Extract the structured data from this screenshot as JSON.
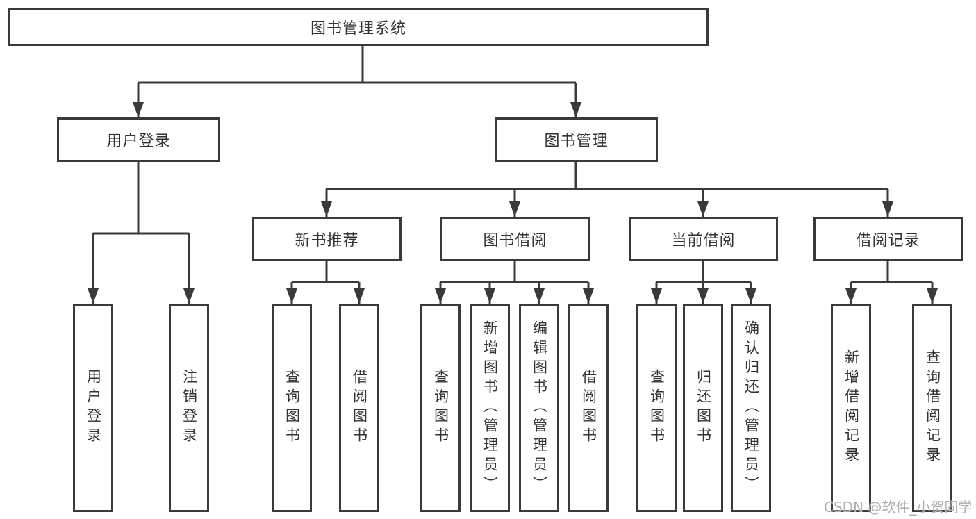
{
  "diagram": {
    "root": {
      "label": "图书管理系统"
    },
    "branches": [
      {
        "label": "用户登录",
        "leaves": [
          {
            "label": "用户登录"
          },
          {
            "label": "注销登录"
          }
        ]
      },
      {
        "label": "图书管理",
        "groups": [
          {
            "label": "新书推荐",
            "leaves": [
              {
                "label": "查询图书"
              },
              {
                "label": "借阅图书"
              }
            ]
          },
          {
            "label": "图书借阅",
            "leaves": [
              {
                "label": "查询图书"
              },
              {
                "label": "新增图书（管理员）"
              },
              {
                "label": "编辑图书（管理员）"
              },
              {
                "label": "借阅图书"
              }
            ]
          },
          {
            "label": "当前借阅",
            "leaves": [
              {
                "label": "查询图书"
              },
              {
                "label": "归还图书"
              },
              {
                "label": "确认归还（管理员）"
              }
            ]
          },
          {
            "label": "借阅记录",
            "leaves": [
              {
                "label": "新增借阅记录"
              },
              {
                "label": "查询借阅记录"
              }
            ]
          }
        ]
      }
    ],
    "watermark": "CSDN @软件_小贺同学",
    "colors": {
      "line": "#3a3a3a",
      "box_border": "#3a3a3a",
      "text": "#333333",
      "watermark": "#aeaeae",
      "background": "#ffffff"
    }
  }
}
